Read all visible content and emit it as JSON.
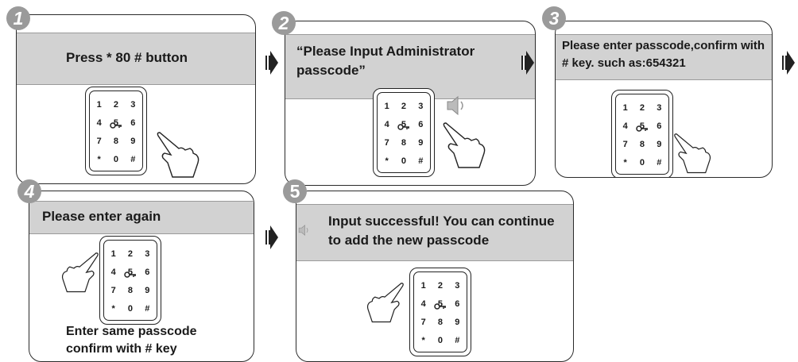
{
  "steps": [
    {
      "number": "1",
      "title": "Press * 80 # button"
    },
    {
      "number": "2",
      "title": "“Please Input Administrator passcode”"
    },
    {
      "number": "3",
      "title": "Please enter passcode,confirm with # key. such as:654321"
    },
    {
      "number": "4",
      "title": "Please enter again",
      "note": "Enter same passcode confirm with # key"
    },
    {
      "number": "5",
      "title": "Input successful! You can continue to add the new passcode"
    }
  ],
  "keypad": {
    "keys": [
      "1",
      "2",
      "3",
      "4",
      "5",
      "6",
      "7",
      "8",
      "9",
      "*",
      "0",
      "#"
    ]
  },
  "icons": {
    "arrow": "right-arrow-icon",
    "speaker": "speaker-icon",
    "hand": "pointing-hand-icon",
    "key": "key-icon"
  },
  "colors": {
    "band": "#d2d2d2",
    "badge": "#9a9a9a",
    "outline": "#2a2a2a"
  }
}
